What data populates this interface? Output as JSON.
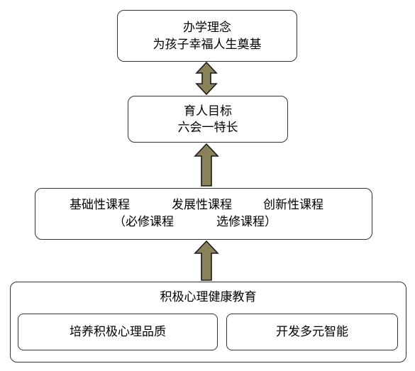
{
  "diagram": {
    "philosophy": {
      "title": "办学理念",
      "subtitle": "为孩子幸福人生奠基"
    },
    "goal": {
      "title": "育人目标",
      "subtitle": "六会一特长"
    },
    "curriculum": {
      "course_1": "基础性课程",
      "course_2": "发展性课程",
      "course_3": "创新性课程",
      "required": "（必修课程",
      "elective": "选修课程）"
    },
    "education": {
      "title": "积极心理健康教育",
      "item_1": "培养积极心理品质",
      "item_2": "开发多元智能"
    }
  },
  "colors": {
    "arrow_fill": "#8a8259",
    "arrow_stroke": "#1a1a1a",
    "box_border": "#333333"
  }
}
